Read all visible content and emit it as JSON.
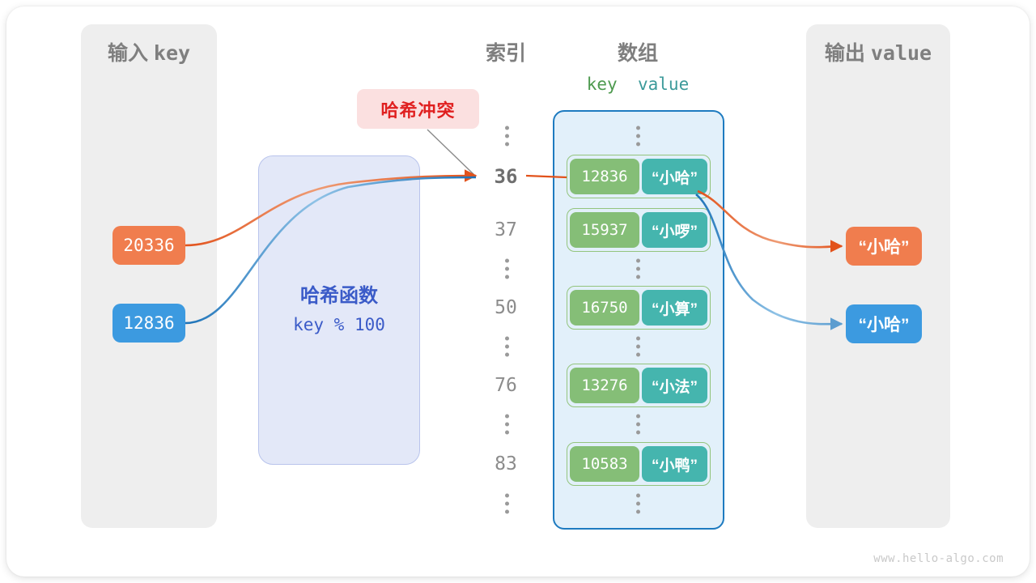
{
  "diagram": {
    "watermark": "www.hello-algo.com",
    "colors": {
      "orange": "#F07D4E",
      "blue": "#3C9AE0",
      "key_green": "#85BE77",
      "value_teal": "#45B5AE",
      "array_fill": "#E2F0FA",
      "array_border": "#1E7BC0",
      "hash_fill": "#E3E8F8",
      "hash_text": "#3B5BC8",
      "collision_red": "#E02020",
      "collision_fill": "#FBE0E0",
      "panel_gray": "#EEEEEE"
    }
  },
  "input_panel": {
    "title_cn": "输入",
    "title_mono": "key",
    "keys": [
      {
        "value": "20336",
        "color": "#F07D4E"
      },
      {
        "value": "12836",
        "color": "#3C9AE0"
      }
    ]
  },
  "hash_function": {
    "title": "哈希函数",
    "expression": "key % 100"
  },
  "collision": {
    "label": "哈希冲突"
  },
  "index_column": {
    "heading": "索引",
    "entries": [
      {
        "type": "dots"
      },
      {
        "type": "value",
        "label": "36",
        "active": true
      },
      {
        "type": "value",
        "label": "37",
        "active": false
      },
      {
        "type": "dots"
      },
      {
        "type": "value",
        "label": "50",
        "active": false
      },
      {
        "type": "dots"
      },
      {
        "type": "value",
        "label": "76",
        "active": false
      },
      {
        "type": "dots"
      },
      {
        "type": "value",
        "label": "83",
        "active": false
      },
      {
        "type": "dots"
      }
    ]
  },
  "array": {
    "heading": "数组",
    "kv_header": {
      "key": "key",
      "value": "value"
    },
    "buckets": [
      {
        "type": "dots"
      },
      {
        "type": "pair",
        "key": "12836",
        "value": "“小哈”"
      },
      {
        "type": "pair",
        "key": "15937",
        "value": "“小啰”"
      },
      {
        "type": "dots"
      },
      {
        "type": "pair",
        "key": "16750",
        "value": "“小算”"
      },
      {
        "type": "dots"
      },
      {
        "type": "pair",
        "key": "13276",
        "value": "“小法”"
      },
      {
        "type": "dots"
      },
      {
        "type": "pair",
        "key": "10583",
        "value": "“小鸭”"
      },
      {
        "type": "dots"
      }
    ]
  },
  "output_panel": {
    "title_cn": "输出",
    "title_mono": "value",
    "values": [
      {
        "value": "“小哈”",
        "color": "#F07D4E"
      },
      {
        "value": "“小哈”",
        "color": "#3C9AE0"
      }
    ]
  }
}
